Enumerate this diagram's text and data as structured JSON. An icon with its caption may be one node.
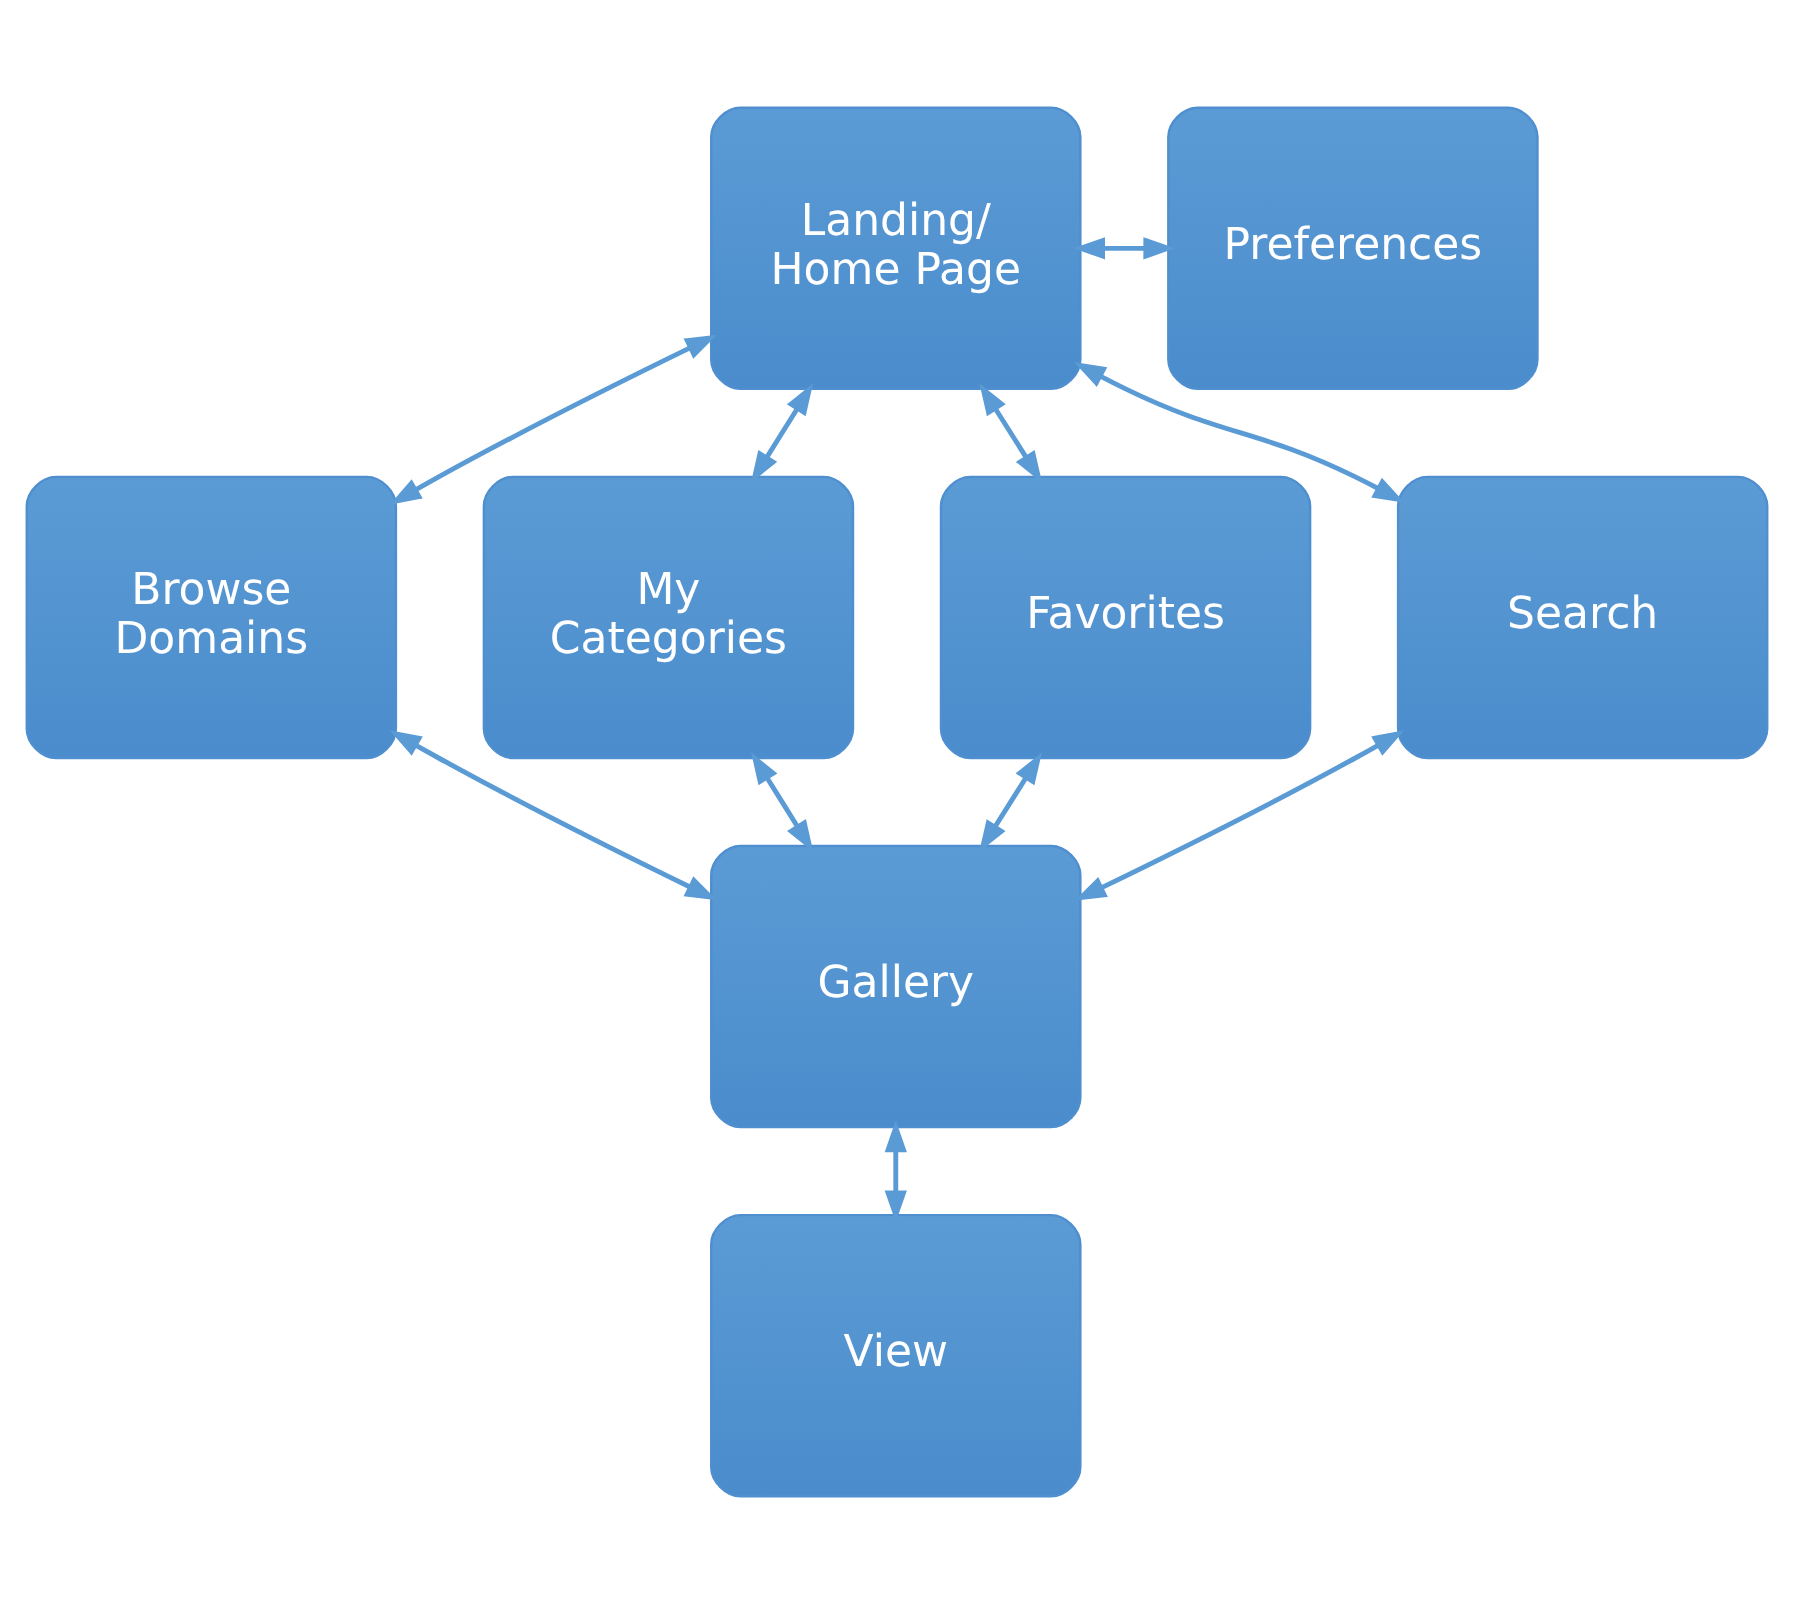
{
  "diagram": {
    "nodes": [
      {
        "text": [
          "Landing/ Home Page"
        ]
      },
      {
        "text": [
          "Preferences"
        ]
      },
      {
        "text": [
          "Browse Domains"
        ]
      },
      {
        "text": [
          "My Categories"
        ]
      },
      {
        "text": [
          "Favorites"
        ]
      },
      {
        "text": [
          "Search"
        ]
      },
      {
        "text": [
          "Gallery"
        ]
      },
      {
        "text": [
          "View"
        ]
      }
    ],
    "edges": [
      {
        "from": 0,
        "to": 1,
        "arrow": "both"
      },
      {
        "from": 0,
        "to": 2,
        "arrow": "both"
      },
      {
        "from": 0,
        "to": 3,
        "arrow": "both"
      },
      {
        "from": 0,
        "to": 4,
        "arrow": "both"
      },
      {
        "from": 0,
        "to": 5,
        "arrow": "both"
      },
      {
        "from": 6,
        "to": 2,
        "arrow": "both"
      },
      {
        "from": 6,
        "to": 3,
        "arrow": "both"
      },
      {
        "from": 6,
        "to": 4,
        "arrow": "both"
      },
      {
        "from": 6,
        "to": 5,
        "arrow": "both"
      },
      {
        "from": 6,
        "to": 7,
        "arrow": "both"
      }
    ]
  }
}
